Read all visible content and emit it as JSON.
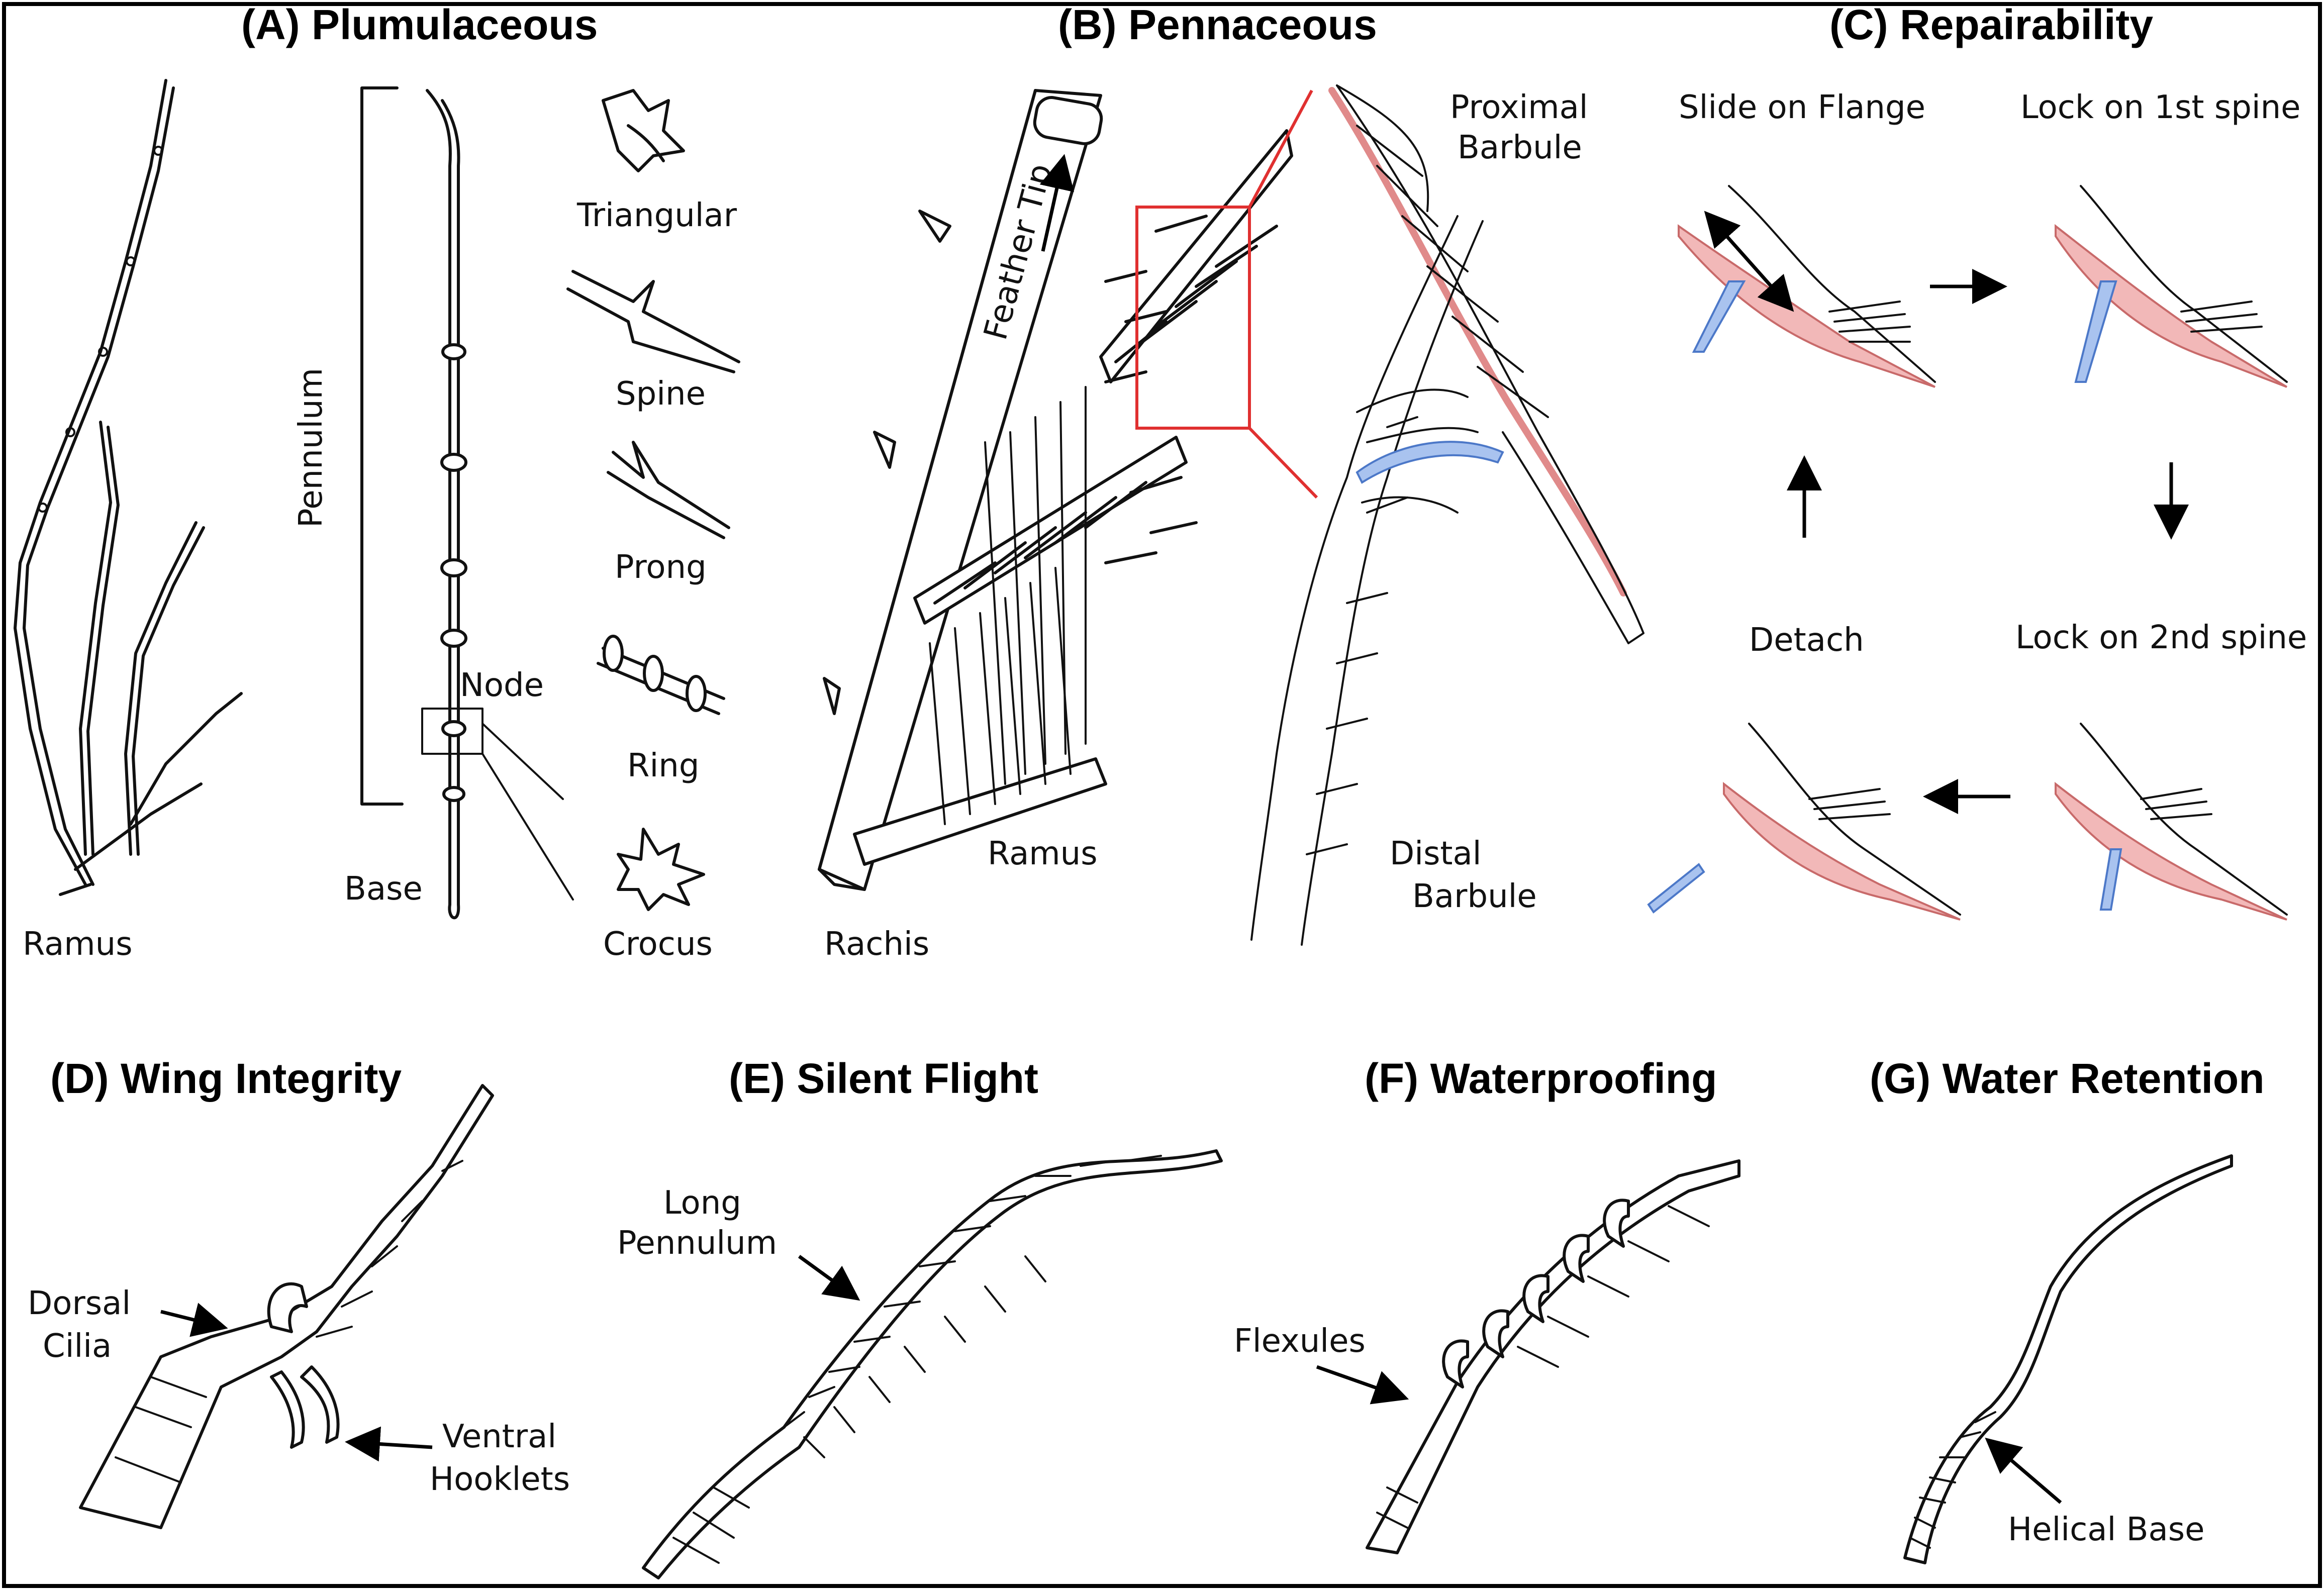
{
  "panels": {
    "a": {
      "title": "(A) Plumulaceous",
      "ramus": "Ramus",
      "pennulum": "Pennulum",
      "node": "Node",
      "base": "Base",
      "shapes": [
        "Triangular",
        "Spine",
        "Prong",
        "Ring",
        "Crocus"
      ]
    },
    "b": {
      "title": "(B) Pennaceous",
      "feather_tip": "Feather Tip",
      "ramus": "Ramus",
      "rachis": "Rachis",
      "proximal": [
        "Proximal",
        "Barbule"
      ],
      "distal": [
        "Distal",
        "Barbule"
      ]
    },
    "c": {
      "title": "(C) Repairability",
      "slide": "Slide on Flange",
      "lock1": "Lock on 1st spine",
      "lock2": "Lock on 2nd spine",
      "detach": "Detach"
    },
    "d": {
      "title": "(D) Wing Integrity",
      "dorsal": [
        "Dorsal",
        "Cilia"
      ],
      "ventral": [
        "Ventral",
        "Hooklets"
      ]
    },
    "e": {
      "title": "(E) Silent Flight",
      "long": [
        "Long",
        "Pennulum"
      ]
    },
    "f": {
      "title": "(F) Waterproofing",
      "flexules": "Flexules"
    },
    "g": {
      "title": "(G) Water Retention",
      "helical": "Helical Base"
    }
  },
  "colors": {
    "highlight_red": "#e03030",
    "proximal_pink": "#f2b8b8",
    "distal_blue": "#a9c3ef"
  }
}
